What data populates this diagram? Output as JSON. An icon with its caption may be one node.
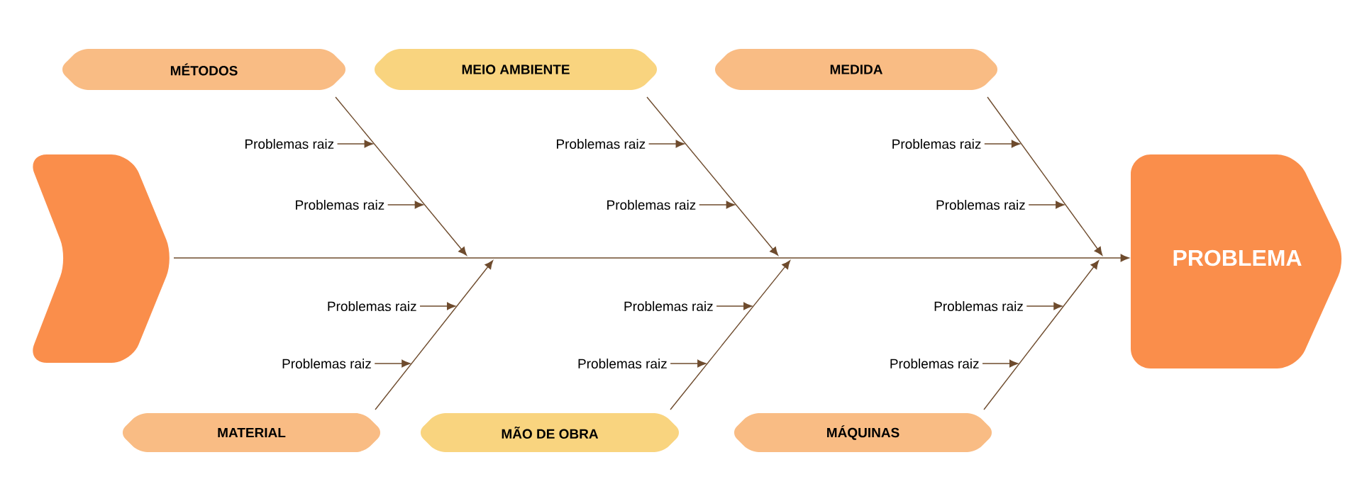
{
  "diagram": {
    "nodes": [
      {
        "text": [],
        "shape": "chevron"
      },
      {
        "text": [
          "PROBLEMA"
        ]
      },
      {
        "text": [
          "MÉTODOS"
        ]
      },
      {
        "text": [
          "MEIO AMBIENTE"
        ]
      },
      {
        "text": [
          "MEDIDA"
        ]
      },
      {
        "text": [
          "MATERIAL"
        ]
      },
      {
        "text": [
          "MÃO DE OBRA"
        ]
      },
      {
        "text": [
          "MÁQUINAS"
        ]
      },
      {
        "text": [
          "Problemas raiz"
        ]
      },
      {
        "text": [
          "Problemas raiz"
        ]
      },
      {
        "text": [
          "Problemas raiz"
        ]
      },
      {
        "text": [
          "Problemas raiz"
        ]
      },
      {
        "text": [
          "Problemas raiz"
        ]
      },
      {
        "text": [
          "Problemas raiz"
        ]
      },
      {
        "text": [
          "Problemas raiz"
        ]
      },
      {
        "text": [
          "Problemas raiz"
        ]
      },
      {
        "text": [
          "Problemas raiz"
        ]
      },
      {
        "text": [
          "Problemas raiz"
        ]
      },
      {
        "text": [
          "Problemas raiz"
        ]
      },
      {
        "text": [
          "Problemas raiz"
        ]
      }
    ],
    "edges": [
      {
        "from": 0,
        "to": 1,
        "arrow": "to"
      },
      {
        "from": 2,
        "to": null,
        "arrow": "to"
      },
      {
        "from": 3,
        "to": null,
        "arrow": "to"
      },
      {
        "from": 4,
        "to": null,
        "arrow": "to"
      },
      {
        "from": 5,
        "to": null,
        "arrow": "to"
      },
      {
        "from": 6,
        "to": null,
        "arrow": "to"
      },
      {
        "from": 7,
        "to": null,
        "arrow": "to"
      },
      {
        "from": 8,
        "to": null,
        "arrow": "to"
      },
      {
        "from": 9,
        "to": null,
        "arrow": "to"
      },
      {
        "from": 10,
        "to": null,
        "arrow": "to"
      },
      {
        "from": 11,
        "to": null,
        "arrow": "to"
      },
      {
        "from": 12,
        "to": null,
        "arrow": "to"
      },
      {
        "from": 13,
        "to": null,
        "arrow": "to"
      },
      {
        "from": 14,
        "to": null,
        "arrow": "to"
      },
      {
        "from": 15,
        "to": null,
        "arrow": "to"
      },
      {
        "from": 16,
        "to": null,
        "arrow": "to"
      },
      {
        "from": 17,
        "to": null,
        "arrow": "to"
      },
      {
        "from": 18,
        "to": null,
        "arrow": "to"
      },
      {
        "from": 19,
        "to": null,
        "arrow": "to"
      }
    ]
  }
}
